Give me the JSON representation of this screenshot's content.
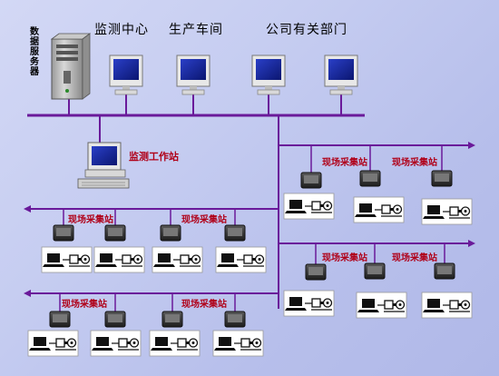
{
  "labels": {
    "server": "数据服务器",
    "departments": [
      "监测中心",
      "生产车间",
      "公司有关部门"
    ],
    "workstation": "监测工作站",
    "collection_station": "现场采集站"
  },
  "colors": {
    "bus": "#6a1a9a",
    "label_red": "#b00018",
    "background": "#c6cdf1",
    "terminal_dark": "#333333",
    "machine_box": "#ffffff"
  }
}
